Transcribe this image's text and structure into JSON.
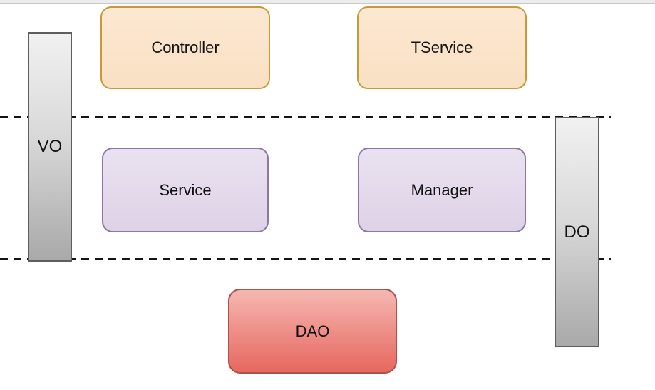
{
  "diagram": {
    "title": "layered-architecture-diagram",
    "nodes": [
      {
        "id": "controller",
        "label": "Controller",
        "palette": "orange",
        "layer": 1
      },
      {
        "id": "tservice",
        "label": "TService",
        "palette": "orange",
        "layer": 1
      },
      {
        "id": "service",
        "label": "Service",
        "palette": "purple",
        "layer": 2
      },
      {
        "id": "manager",
        "label": "Manager",
        "palette": "purple",
        "layer": 2
      },
      {
        "id": "dao",
        "label": "DAO",
        "palette": "red",
        "layer": 3
      }
    ],
    "bars": [
      {
        "id": "vo",
        "label": "VO",
        "spans_layers": "1-2"
      },
      {
        "id": "do",
        "label": "DO",
        "spans_layers": "2-3"
      }
    ],
    "separators": [
      {
        "id": "separator-1",
        "style": "dashed"
      },
      {
        "id": "separator-2",
        "style": "dashed"
      }
    ],
    "colors": {
      "background": "#ffffff",
      "separator": "#141414",
      "orange_fill": "#fbe5cc",
      "orange_border": "#c8993b",
      "purple_fill": "#e4daea",
      "purple_border": "#8e76a5",
      "red_fill_top": "#f5b7b1",
      "red_fill_bottom": "#e6685f",
      "red_border": "#b0504b",
      "gray_fill_top": "#f1f1f1",
      "gray_fill_bottom": "#a9a9a9",
      "gray_border": "#5e5e5e",
      "top_strip_fill": "#ececec",
      "top_strip_line": "#c8c8c8",
      "text": "#111111"
    }
  }
}
